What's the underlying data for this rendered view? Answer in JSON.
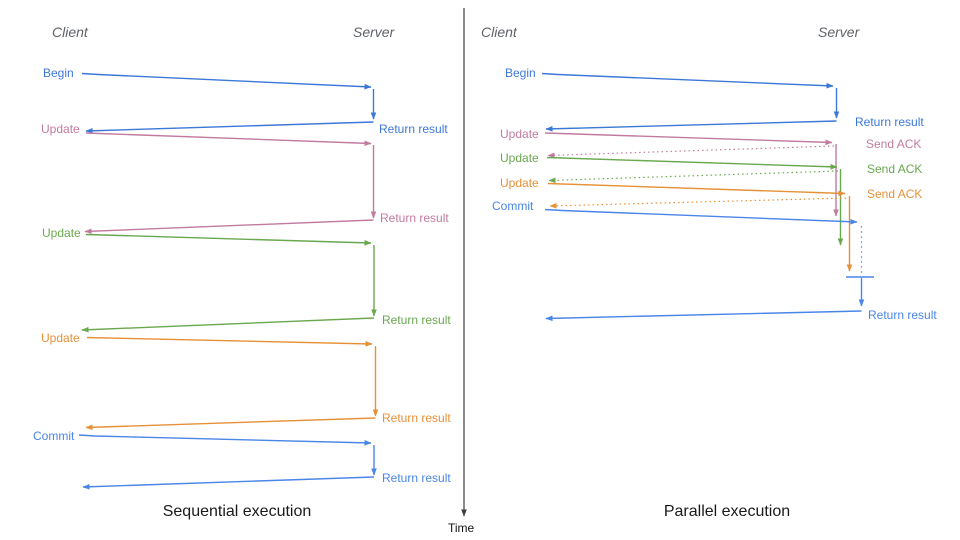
{
  "colors": {
    "blue": "#3c78d8",
    "blue_light": "#4a86e8",
    "blue_dotted": "#7da7f0",
    "pink": "#c27ba0",
    "green": "#6aa84f",
    "orange": "#e69138",
    "header_gray": "#5f6368",
    "axis_black": "#3d3d3d"
  },
  "time_axis_label": "Time",
  "left": {
    "caption": "Sequential execution",
    "client": "Client",
    "server": "Server",
    "begin": "Begin",
    "update1": "Update",
    "update2": "Update",
    "update3": "Update",
    "commit": "Commit",
    "return1": "Return result",
    "return2": "Return result",
    "return3": "Return result",
    "return4": "Return result",
    "return5": "Return result"
  },
  "right": {
    "caption": "Parallel execution",
    "client": "Client",
    "server": "Server",
    "begin": "Begin",
    "update1": "Update",
    "update2": "Update",
    "update3": "Update",
    "commit": "Commit",
    "return1": "Return result",
    "ack1": "Send ACK",
    "ack2": "Send ACK",
    "ack3": "Send ACK",
    "return2": "Return result"
  }
}
